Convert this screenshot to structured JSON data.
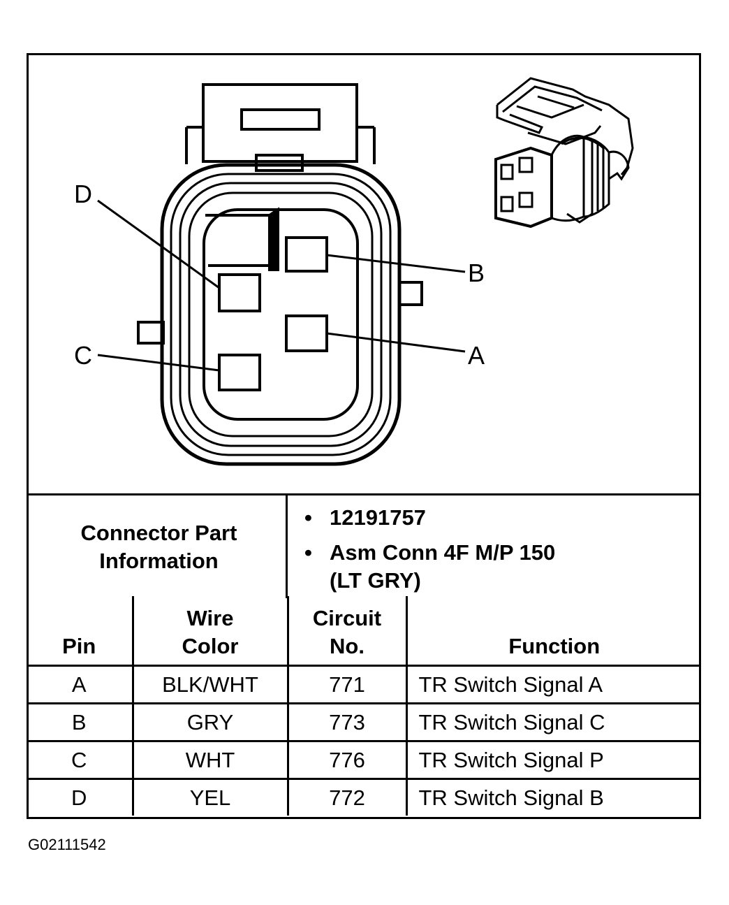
{
  "figure_id": "G02111542",
  "pin_labels": {
    "a": "A",
    "b": "B",
    "c": "C",
    "d": "D"
  },
  "connector_info": {
    "label": "Connector Part Information",
    "label_line1": "Connector Part",
    "label_line2": "Information",
    "part_number": "12191757",
    "assembly_line1": "Asm Conn 4F M/P 150",
    "assembly_line2": "(LT GRY)"
  },
  "table": {
    "headers": {
      "pin": "Pin",
      "wire_color_line1": "Wire",
      "wire_color_line2": "Color",
      "circuit_line1": "Circuit",
      "circuit_line2": "No.",
      "function": "Function"
    },
    "rows": [
      {
        "pin": "A",
        "wire_color": "BLK/WHT",
        "circuit": "771",
        "function": "TR Switch Signal A"
      },
      {
        "pin": "B",
        "wire_color": "GRY",
        "circuit": "773",
        "function": "TR Switch Signal C"
      },
      {
        "pin": "C",
        "wire_color": "WHT",
        "circuit": "776",
        "function": "TR Switch Signal P"
      },
      {
        "pin": "D",
        "wire_color": "YEL",
        "circuit": "772",
        "function": "TR Switch Signal B"
      }
    ]
  },
  "icons": [
    "connector-face-diagram",
    "connector-3d-view"
  ]
}
